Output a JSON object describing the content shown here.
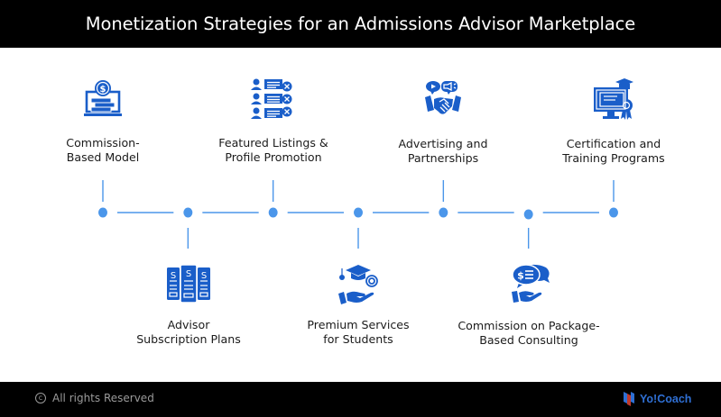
{
  "header": {
    "title": "Monetization Strategies for an Admissions Advisor Marketplace"
  },
  "colors": {
    "icon_blue": "#1a5ec9",
    "timeline_blue": "#4b96ea",
    "header_bg": "#000000",
    "footer_text": "#9a9a9a",
    "brand_blue": "#2f6fd3",
    "brand_red": "#c0392b"
  },
  "timeline": {
    "node_count": 7,
    "items": [
      {
        "label_line1": "Commission-",
        "label_line2": "Based Model",
        "position": "top",
        "icon": "laptop-dollar-icon"
      },
      {
        "label_line1": "Advisor",
        "label_line2": "Subscription Plans",
        "position": "bottom",
        "icon": "subscription-plans-icon"
      },
      {
        "label_line1": "Featured Listings &",
        "label_line2": "Profile Promotion",
        "position": "top",
        "icon": "profile-listings-icon"
      },
      {
        "label_line1": "Premium Services",
        "label_line2": "for Students",
        "position": "bottom",
        "icon": "graduation-hand-icon"
      },
      {
        "label_line1": "Advertising and",
        "label_line2": "Partnerships",
        "position": "top",
        "icon": "handshake-ads-icon"
      },
      {
        "label_line1": "Commission on Package-",
        "label_line2": "Based Consulting",
        "position": "bottom",
        "icon": "consulting-dollar-icon"
      },
      {
        "label_line1": "Certification and",
        "label_line2": "Training Programs",
        "position": "top",
        "icon": "certificate-computer-icon"
      }
    ]
  },
  "footer": {
    "copyright_symbol": "c",
    "copyright_text": "All rights Reserved",
    "brand_name": "Yo!Coach"
  }
}
